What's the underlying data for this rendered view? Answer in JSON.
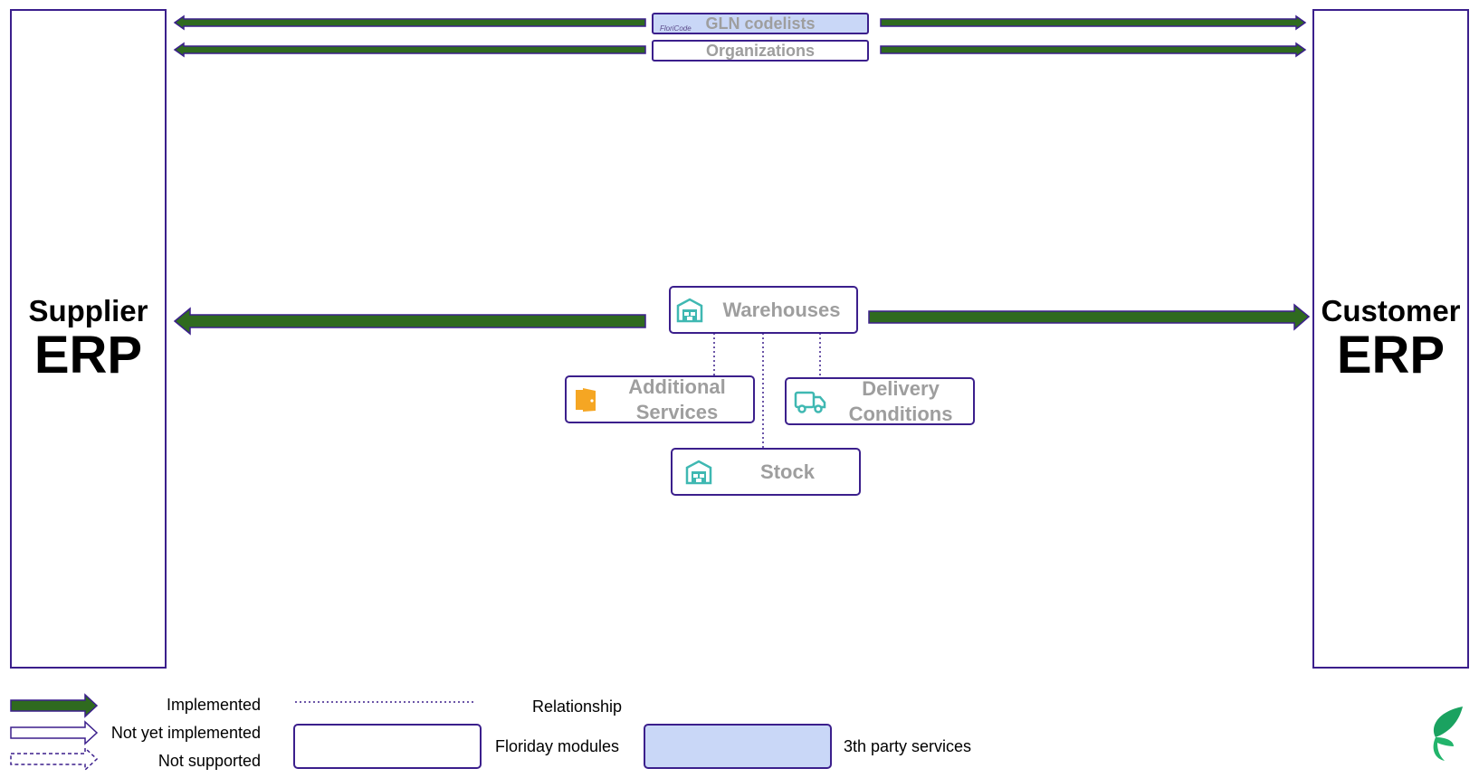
{
  "supplier": {
    "line1": "Supplier",
    "line2": "ERP"
  },
  "customer": {
    "line1": "Customer",
    "line2": "ERP"
  },
  "modules": {
    "gln_codelists": "GLN codelists",
    "gln_logo_text": "FloriCode",
    "organizations": "Organizations",
    "warehouses": "Warehouses",
    "additional_services": {
      "line1": "Additional",
      "line2": "Services"
    },
    "delivery_conditions": {
      "line1": "Delivery",
      "line2": "Conditions"
    },
    "stock": "Stock"
  },
  "legend": {
    "implemented": "Implemented",
    "not_yet_implemented": "Not yet implemented",
    "not_supported": "Not supported",
    "relationship": "Relationship",
    "floriday_modules": "Floriday modules",
    "third_party_services": "3th party services"
  },
  "colors": {
    "arrow_fill": "#2f6a1f",
    "border": "#3b1f8c",
    "third_party_fill": "#c9d7f7",
    "module_text": "#9e9e9e",
    "warehouse_icon": "#3fb8b2",
    "services_icon": "#f5a623",
    "logo": "#1aa260"
  },
  "icons": {
    "warehouses": "warehouse-icon",
    "additional_services": "door-icon",
    "delivery_conditions": "truck-icon",
    "stock": "warehouse-icon",
    "logo": "floriday-leaf-logo"
  }
}
